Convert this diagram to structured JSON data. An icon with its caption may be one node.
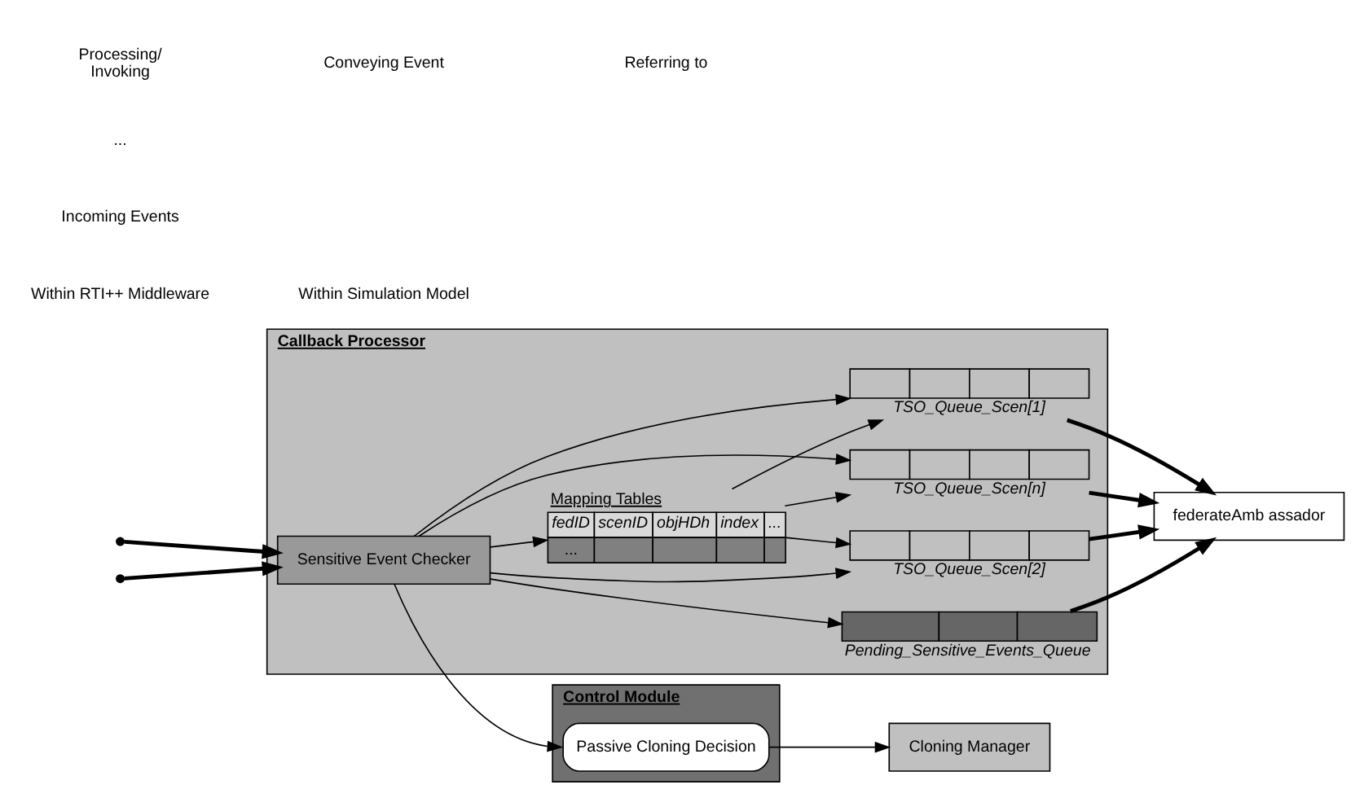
{
  "diagram": {
    "nodes": [
      {
        "text": [
          "Callback Processor"
        ]
      },
      {
        "text": [
          "Mapping Tables",
          "fedID",
          "scenID",
          "objHDh",
          "index",
          "...",
          "..."
        ],
        "in": 0
      },
      {
        "text": [
          "Sensitive Event Checker"
        ],
        "in": 0
      },
      {
        "text": [
          "TSO_Queue_Scen[1]"
        ],
        "in": 0
      },
      {
        "text": [
          "TSO_Queue_Scen[2]"
        ],
        "in": 0
      },
      {
        "text": [
          "TSO_Queue_Scen[n]"
        ],
        "in": 0
      },
      {
        "text": [
          "Pending_Sensitive_Events_Queue"
        ],
        "in": 0
      },
      {
        "text": [
          "Control Module"
        ]
      },
      {
        "text": [
          "Passive Cloning Decision"
        ],
        "in": 7
      },
      {
        "text": [
          "Cloning Manager"
        ]
      },
      {
        "text": [
          "federateAmb assador"
        ]
      }
    ],
    "edges": [
      {
        "from": null,
        "to": 2,
        "arrow": "to",
        "style": "thick"
      },
      {
        "from": null,
        "to": 2,
        "arrow": "to",
        "style": "thick"
      },
      {
        "from": 2,
        "to": 1,
        "arrow": "to"
      },
      {
        "from": 1,
        "to": 3,
        "arrow": "to"
      },
      {
        "from": 1,
        "to": 4,
        "arrow": "to"
      },
      {
        "from": 1,
        "to": 5,
        "arrow": "to"
      },
      {
        "from": 2,
        "to": 3,
        "arrow": "to"
      },
      {
        "from": 2,
        "to": 4,
        "arrow": "to"
      },
      {
        "from": 2,
        "to": 5,
        "arrow": "to"
      },
      {
        "from": 2,
        "to": 6,
        "arrow": "to"
      },
      {
        "from": 2,
        "to": 8,
        "arrow": "to"
      },
      {
        "from": 3,
        "to": 10,
        "arrow": "to",
        "style": "thick"
      },
      {
        "from": 4,
        "to": 10,
        "arrow": "to",
        "style": "thick"
      },
      {
        "from": 5,
        "to": 10,
        "arrow": "to",
        "style": "thick"
      },
      {
        "from": 6,
        "to": 10,
        "arrow": "to",
        "style": "thick"
      },
      {
        "from": 8,
        "to": 9,
        "arrow": "to"
      }
    ],
    "labels": [
      "Within RTI++ Middleware",
      "Within Simulation Model",
      "Incoming Events",
      "..."
    ],
    "legend": [
      {
        "text": "Processing/ Invoking"
      },
      {
        "text": "Conveying Event"
      },
      {
        "text": "Referring to"
      }
    ]
  }
}
